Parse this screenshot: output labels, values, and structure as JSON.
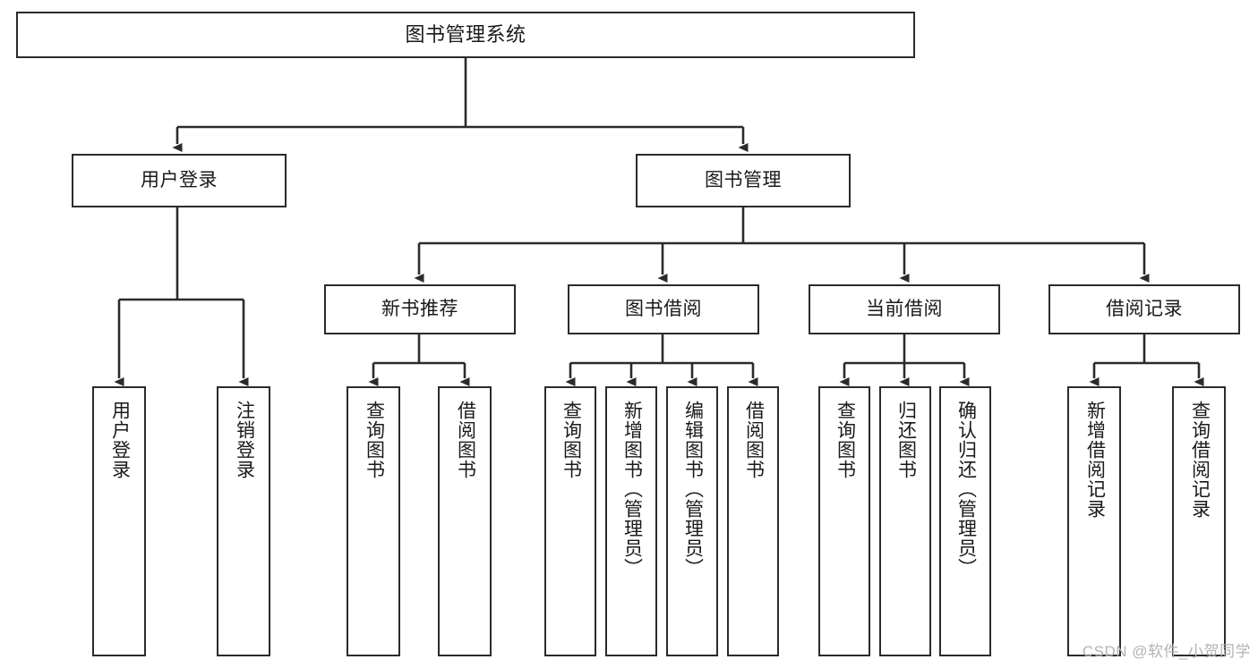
{
  "diagram": {
    "title": "图书管理系统",
    "type": "功能结构图",
    "stroke_color": "#2b2b2b",
    "fill_color": "#ffffff",
    "text_color": "#1a1a1a"
  },
  "root": {
    "label": "图书管理系统"
  },
  "level1": [
    {
      "label": "用户登录"
    },
    {
      "label": "图书管理"
    }
  ],
  "level2": [
    {
      "label": "新书推荐"
    },
    {
      "label": "图书借阅"
    },
    {
      "label": "当前借阅"
    },
    {
      "label": "借阅记录"
    }
  ],
  "leaves": {
    "user_login": [
      {
        "label": "用户登录"
      },
      {
        "label": "注销登录"
      }
    ],
    "new_book": [
      {
        "label": "查询图书"
      },
      {
        "label": "借阅图书"
      }
    ],
    "book_borrow": [
      {
        "label": "查询图书"
      },
      {
        "label": "新增图书（管理员）"
      },
      {
        "label": "编辑图书（管理员）"
      },
      {
        "label": "借阅图书"
      }
    ],
    "current_borrow": [
      {
        "label": "查询图书"
      },
      {
        "label": "归还图书"
      },
      {
        "label": "确认归还（管理员）"
      }
    ],
    "borrow_record": [
      {
        "label": "新增借阅记录"
      },
      {
        "label": "查询借阅记录"
      }
    ]
  },
  "watermark": {
    "text": "CSDN @软件_小贺同学"
  }
}
